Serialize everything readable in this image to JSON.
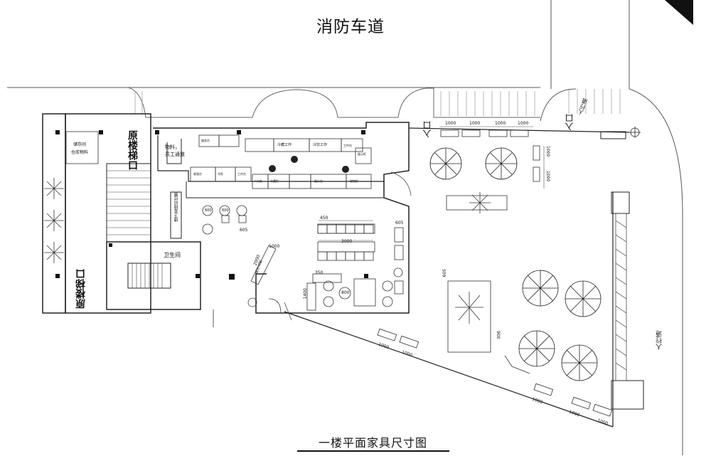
{
  "titles": {
    "top": "消防车道",
    "bottom": "一楼平面家具尺寸图"
  },
  "labels": {
    "stair_top": "原楼梯口",
    "stair_bottom": "原楼梯口",
    "entrance_left": "入口",
    "entrance_right": "入口",
    "sidewalk_top": "人行道",
    "sidewalk_right": "人行道",
    "toilet": "卫生间",
    "storage": "储存间",
    "storage_sub": "仓库物料",
    "staff_passage_1": "物料，",
    "staff_passage_2": "员工通道",
    "underground": "地下室排风位置",
    "counter_1": "服务台",
    "counter_2": "冷藏工作",
    "counter_3": "冷饮工作",
    "counter_4": "工作台",
    "counter_5": "展示柜",
    "counter_6": "收银台",
    "counter_7": "人口处",
    "counter_8": "冷柜",
    "counter_9": "工作台",
    "counter_10": "展示台",
    "counter_11": "冷藏柜",
    "counter_12": "储物柜",
    "side_counter": "展示台柜"
  },
  "dimensions": {
    "d1000": "1000",
    "d3000": "3000",
    "d450": "450",
    "d605": "605",
    "d600": "600",
    "d350": "350",
    "d800": "800",
    "d1400": "1400",
    "d2000": "2000",
    "d900": "900"
  },
  "colors": {
    "line": "#222222",
    "light": "#777777",
    "fill_wall": "#111111",
    "plant": "#333333"
  }
}
